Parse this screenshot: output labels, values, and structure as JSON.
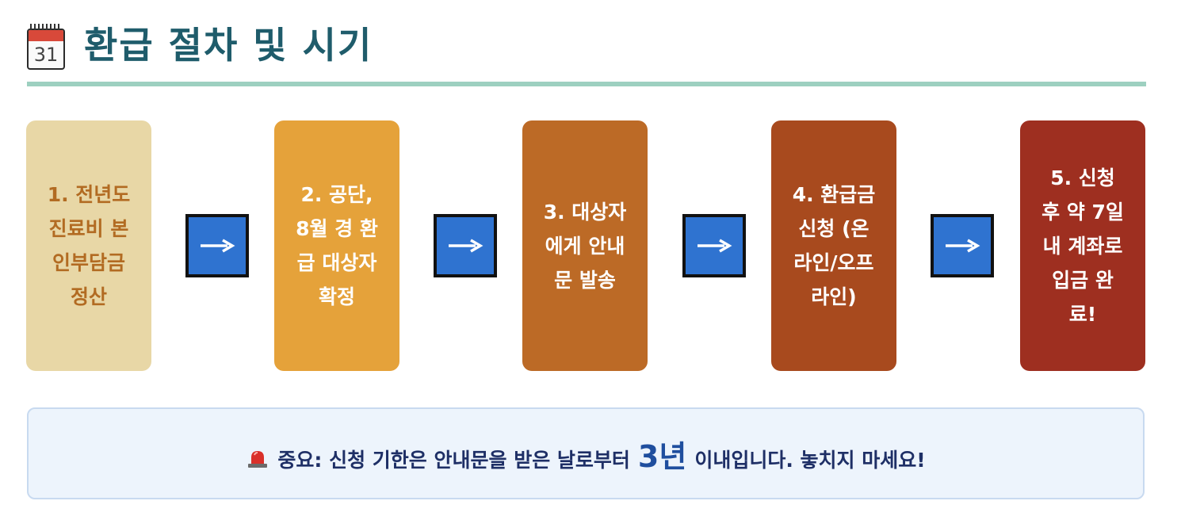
{
  "header": {
    "icon": "calendar-icon",
    "calendar_number": "31",
    "title": "환급 절차 및 시기"
  },
  "steps": [
    {
      "label": "1. 전년도 진료비 본인부담금 정산",
      "bg": "#e8d7a6",
      "fg": "#b26b22"
    },
    {
      "label": "2. 공단, 8월 경 환급 대상자 확정",
      "bg": "#e5a23a",
      "fg": "#ffffff"
    },
    {
      "label": "3. 대상자에게 안내문 발송",
      "bg": "#bc6a26",
      "fg": "#ffffff"
    },
    {
      "label": "4. 환급금 신청 (온라인/오프라인)",
      "bg": "#a84a1e",
      "fg": "#ffffff"
    },
    {
      "label": "5. 신청 후 약 7일 내 계좌로 입금 완료!",
      "bg": "#9e2f20",
      "fg": "#ffffff"
    }
  ],
  "arrow": {
    "icon": "right-arrow-icon",
    "color": "#2f73d0"
  },
  "notice": {
    "icon": "siren-icon",
    "text_before": "중요: 신청 기한은 안내문을 받은 날로부터",
    "emphasis": "3년",
    "text_after": "이내입니다. 놓치지 마세요!"
  },
  "colors": {
    "title": "#1f5c6b",
    "rule": "#9dd0c0",
    "notice_bg": "#edf4fc",
    "notice_text": "#1e2f66"
  }
}
